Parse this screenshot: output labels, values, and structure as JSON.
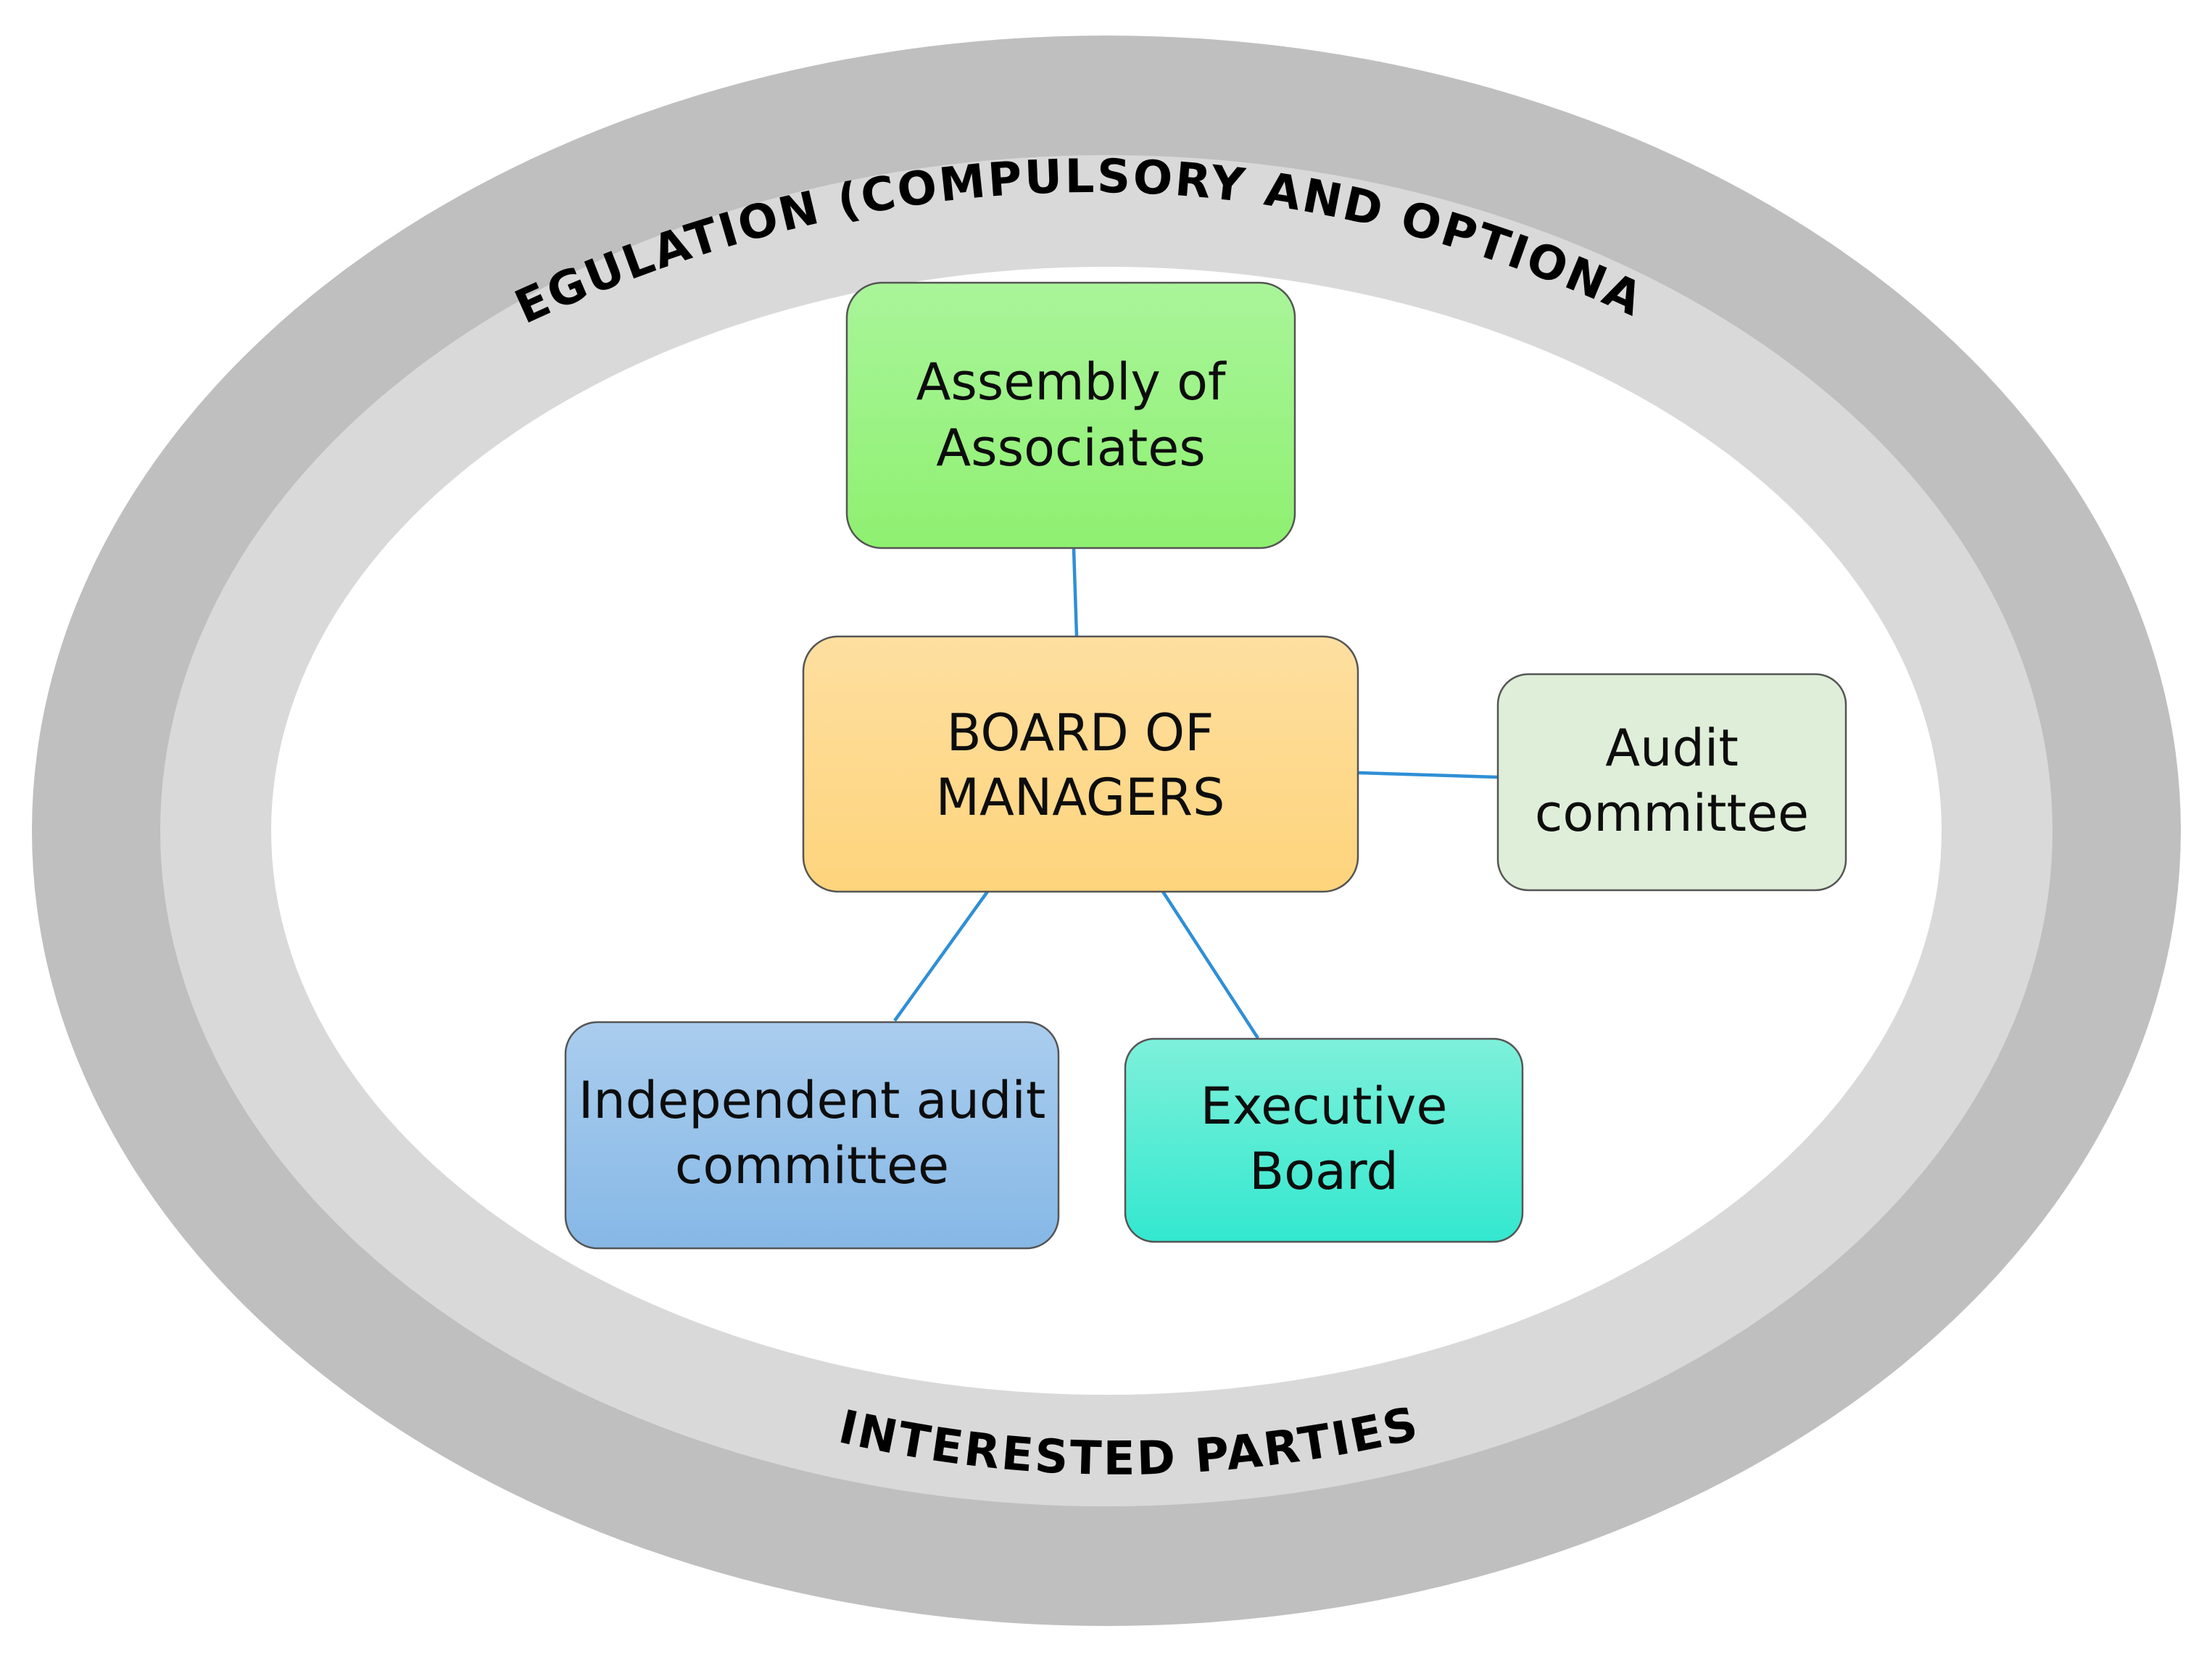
{
  "outer_ring": {
    "top_label": "REGULATION (COMPULSORY AND OPTIONAL)",
    "bottom_label": "INTERESTED PARTIES"
  },
  "nodes": {
    "assembly": {
      "line1": "Assembly of",
      "line2": "Associates"
    },
    "board": {
      "line1": "BOARD OF",
      "line2": "MANAGERS"
    },
    "audit": {
      "line1": "Audit",
      "line2": "committee"
    },
    "independent": {
      "line1": "Independent audit",
      "line2": "committee"
    },
    "executive": {
      "line1": "Executive",
      "line2": "Board"
    }
  },
  "colors": {
    "outer_ring": "#bfbfbf",
    "middle_ring": "#d9d9d9",
    "inner_area": "#ffffff",
    "connector": "#2f8fd6",
    "assembly_fill_top": "#a9f59a",
    "assembly_fill_bottom": "#8ef070",
    "board_fill_top": "#fedfa0",
    "board_fill_bottom": "#fed47c",
    "audit_fill": "#dfeed8",
    "independent_fill_top": "#aacdee",
    "independent_fill_bottom": "#86b8e6",
    "executive_fill_top": "#7ef0da",
    "executive_fill_bottom": "#33e8cf"
  }
}
